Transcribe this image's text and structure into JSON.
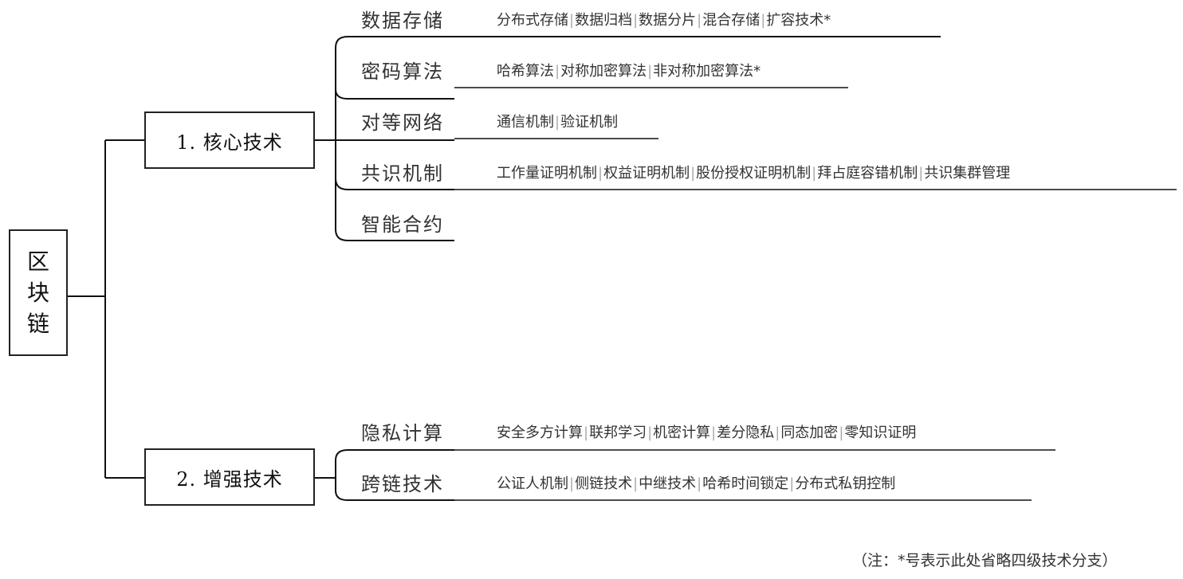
{
  "root": {
    "chars": [
      "区",
      "块",
      "链"
    ]
  },
  "branches": [
    {
      "label": "1. 核心技术",
      "children": [
        {
          "label": "数据存储",
          "items": [
            "分布式存储",
            "数据归档",
            "数据分片",
            "混合存储",
            "扩容技术*"
          ]
        },
        {
          "label": "密码算法",
          "items": [
            "哈希算法",
            "对称加密算法",
            "非对称加密算法*"
          ]
        },
        {
          "label": "对等网络",
          "items": [
            "通信机制",
            "验证机制"
          ]
        },
        {
          "label": "共识机制",
          "items": [
            "工作量证明机制",
            "权益证明机制",
            "股份授权证明机制",
            "拜占庭容错机制",
            "共识集群管理"
          ]
        },
        {
          "label": "智能合约",
          "items": []
        }
      ]
    },
    {
      "label": "2. 增强技术",
      "children": [
        {
          "label": "隐私计算",
          "items": [
            "安全多方计算",
            "联邦学习",
            "机密计算",
            "差分隐私",
            "同态加密",
            "零知识证明"
          ]
        },
        {
          "label": "跨链技术",
          "items": [
            "公证人机制",
            "侧链技术",
            "中继技术",
            "哈希时间锁定",
            "分布式私钥控制"
          ]
        }
      ]
    }
  ],
  "note": "（注：*号表示此处省略四级技术分支）"
}
